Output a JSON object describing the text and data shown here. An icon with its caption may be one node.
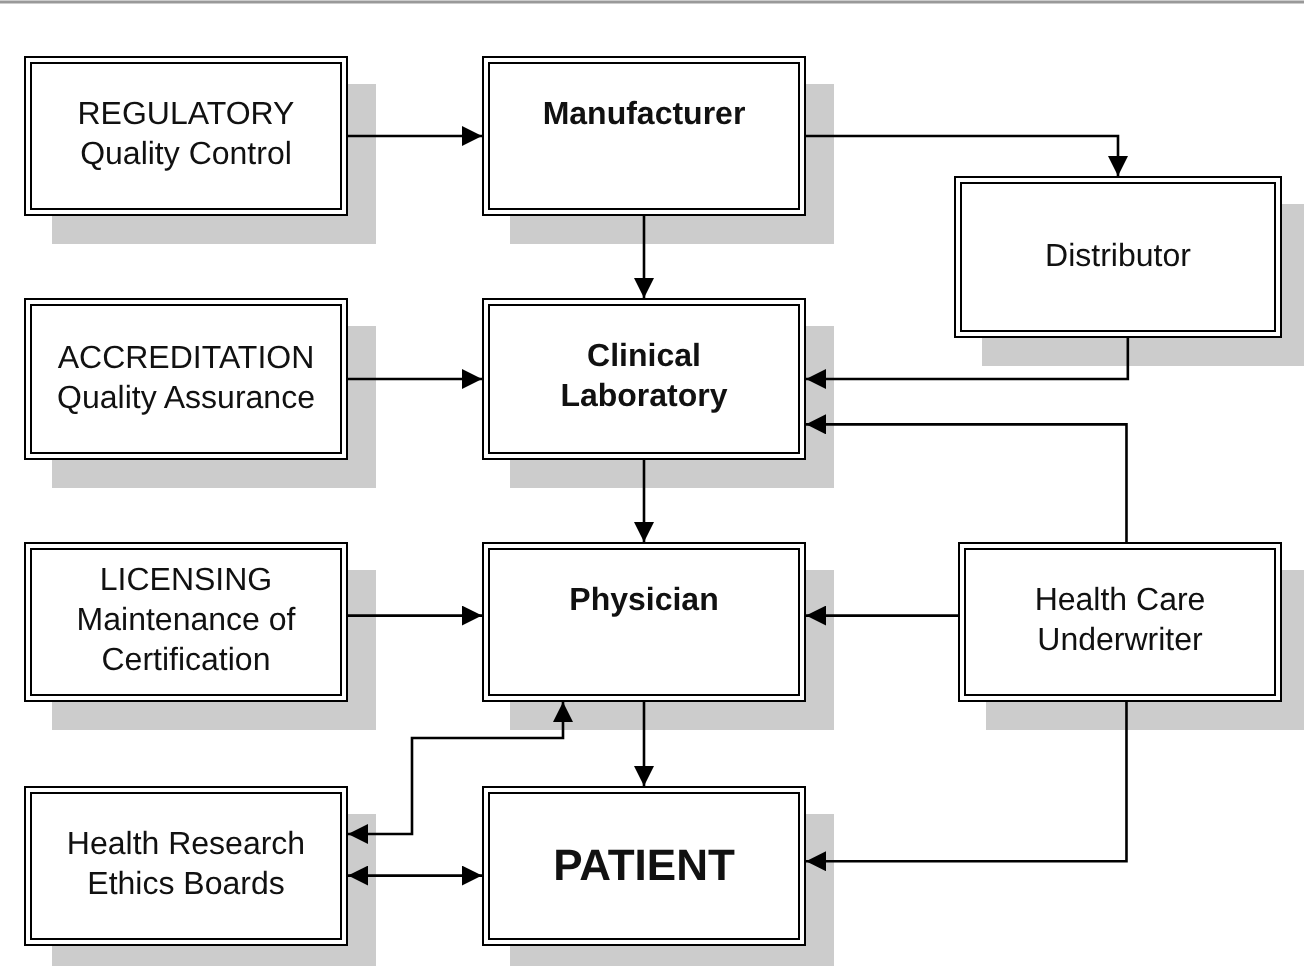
{
  "diagram": {
    "nodes": [
      {
        "text": [
          "REGULATORY",
          "Quality Control"
        ]
      },
      {
        "text": [
          "Manufacturer"
        ]
      },
      {
        "text": [
          "Distributor"
        ]
      },
      {
        "text": [
          "ACCREDITATION",
          "Quality Assurance"
        ]
      },
      {
        "text": [
          "Clinical Laboratory"
        ]
      },
      {
        "text": [
          "LICENSING",
          "Maintenance of Certification"
        ]
      },
      {
        "text": [
          "Physician"
        ]
      },
      {
        "text": [
          "Health Care Underwriter"
        ]
      },
      {
        "text": [
          "Health Research Ethics Boards"
        ]
      },
      {
        "text": [
          "PATIENT"
        ]
      }
    ],
    "edges": [
      {
        "from": 0,
        "to": 1,
        "arrow": "to"
      },
      {
        "from": 1,
        "to": 2,
        "arrow": "to"
      },
      {
        "from": 1,
        "to": 4,
        "arrow": "to"
      },
      {
        "from": 3,
        "to": 4,
        "arrow": "to"
      },
      {
        "from": 2,
        "to": 4,
        "arrow": "to"
      },
      {
        "from": 7,
        "to": 4,
        "arrow": "to"
      },
      {
        "from": 4,
        "to": 6,
        "arrow": "to"
      },
      {
        "from": 5,
        "to": 6,
        "arrow": "to"
      },
      {
        "from": 7,
        "to": 6,
        "arrow": "to"
      },
      {
        "from": 6,
        "to": 8,
        "arrow": "both"
      },
      {
        "from": 6,
        "to": 9,
        "arrow": "to"
      },
      {
        "from": 7,
        "to": 9,
        "arrow": "to"
      },
      {
        "from": 8,
        "to": 9,
        "arrow": "both"
      }
    ]
  }
}
